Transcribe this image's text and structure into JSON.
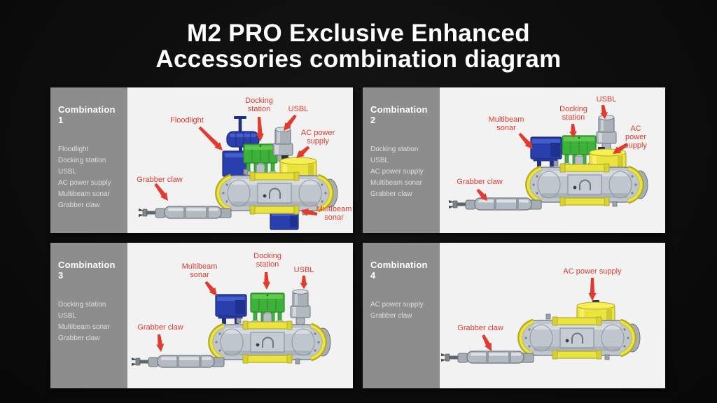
{
  "page_title": {
    "line1": "M2 PRO Exclusive Enhanced",
    "line2": "Accessories combination diagram"
  },
  "colors": {
    "background": "#0d0d0d",
    "panel_canvas": "#f2f2f2",
    "sidebar_gray": "#8d8d8d",
    "label_red": "#e23a2c",
    "title_white": "#ffffff",
    "accessory_green": "#3cb23a",
    "accessory_blue": "#2a3fae",
    "accessory_yellow": "#ece43e"
  },
  "panels": [
    {
      "title": "Combination 1",
      "items": [
        "Floodlight",
        "Docking station",
        "USBL",
        "AC power supply",
        "Multibeam sonar",
        "Grabber claw"
      ],
      "labels": {
        "floodlight": "Floodlight",
        "docking_station": "Docking\nstation",
        "usbl": "USBL",
        "ac_power_supply": "AC power\nsupply",
        "grabber_claw": "Grabber claw",
        "multibeam_sonar": "Multibeam\nsonar"
      }
    },
    {
      "title": "Combination 2",
      "items": [
        "Docking station",
        "USBL",
        "AC power supply",
        "Multibeam sonar",
        "Grabber claw"
      ],
      "labels": {
        "multibeam_sonar": "Multibeam\nsonar",
        "docking_station": "Docking\nstation",
        "usbl": "USBL",
        "ac_power_supply": "AC power\nsupply",
        "grabber_claw": "Grabber claw"
      }
    },
    {
      "title": "Combination 3",
      "items": [
        "Docking station",
        "USBL",
        "Multibeam sonar",
        "Grabber claw"
      ],
      "labels": {
        "multibeam_sonar": "Multibeam\nsonar",
        "docking_station": "Docking\nstation",
        "usbl": "USBL",
        "grabber_claw": "Grabber claw"
      }
    },
    {
      "title": "Combination 4",
      "items": [
        "AC power supply",
        "Grabber claw"
      ],
      "labels": {
        "ac_power_supply": "AC power supply",
        "grabber_claw": "Grabber claw"
      }
    }
  ]
}
